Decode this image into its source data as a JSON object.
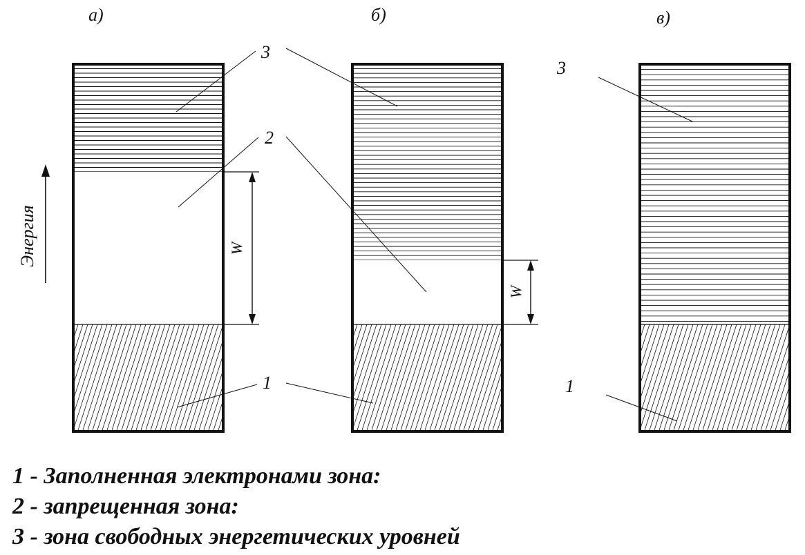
{
  "panels": {
    "a": {
      "caption": "а)",
      "label_free": "3",
      "label_gap": "2",
      "label_filled": "1",
      "gap_symbol": "W"
    },
    "b": {
      "caption": "б)",
      "label_free": "3",
      "label_gap": "2",
      "label_filled": "1",
      "gap_symbol": "W"
    },
    "c": {
      "caption": "в)",
      "label_free": "3",
      "label_filled": "1"
    }
  },
  "axis": {
    "label": "Энергия"
  },
  "legend": {
    "items": [
      "1 - Заполненная электронами зона:",
      "2 - запрещенная зона:",
      "3 - зона свободных энергетических уровней"
    ]
  },
  "colors": {
    "ink": "#111111",
    "background": "#ffffff"
  }
}
